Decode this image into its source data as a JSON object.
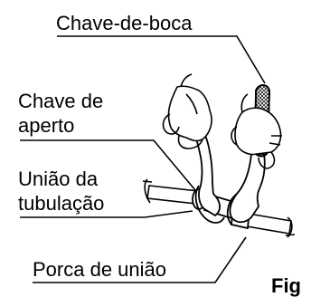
{
  "labels": {
    "chave_de_boca": "Chave-de-boca",
    "chave_de_aperto_line1": "Chave de",
    "chave_de_aperto_line2": "aperto",
    "uniao_tubulacao_line1": "União da",
    "uniao_tubulacao_line2": "tubulação",
    "porca_de_uniao": "Porca de união"
  },
  "figure_tag": "Fig"
}
